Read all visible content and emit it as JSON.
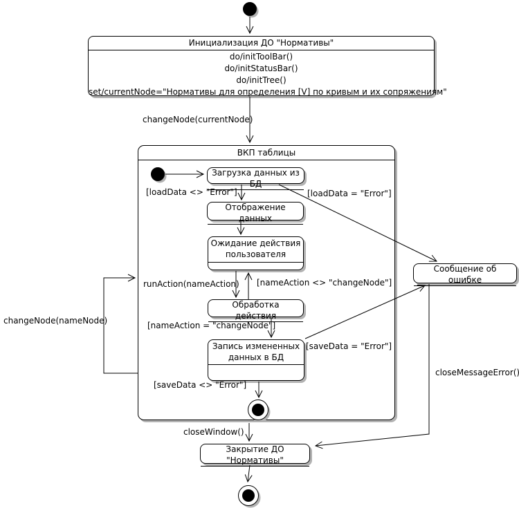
{
  "init_state": {
    "title": "Инициализация ДО \"Нормативы\"",
    "actions": [
      "do/initToolBar()",
      "do/initStatusBar()",
      "do/initTree()",
      "set/currentNode=\"Нормативы для определения [V] по кривым и их сопряжениям\""
    ]
  },
  "composite": {
    "title": "ВКП таблицы"
  },
  "states": {
    "load": "Загрузка данных из БД",
    "display": "Отображение данных",
    "wait": "Ожидание действия\nпользователя",
    "process": "Обработка действия",
    "save": "Запись измененных\nданных в БД",
    "error": "Сообщение об ошибке",
    "close": "Закрытие ДО \"Нормативы\""
  },
  "transitions": {
    "change_node_current": "changeNode(currentNode)",
    "load_ok": "[loadData <> \"Error\"]",
    "load_err": "[loadData = \"Error\"]",
    "run_action": "runAction(nameAction)",
    "action_not_change": "[nameAction <> \"changeNode\"]",
    "action_change": "[nameAction = \"changeNode\"]",
    "save_err": "[saveData = \"Error\"]",
    "save_ok": "[saveData <> \"Error\"]",
    "change_node_name": "changeNode(nameNode)",
    "close_msg_error": "closeMessageError()",
    "close_window": "closeWindow()"
  },
  "colors": {
    "line": "#000000",
    "fill": "#ffffff",
    "shadow": "#b3b3b3"
  }
}
